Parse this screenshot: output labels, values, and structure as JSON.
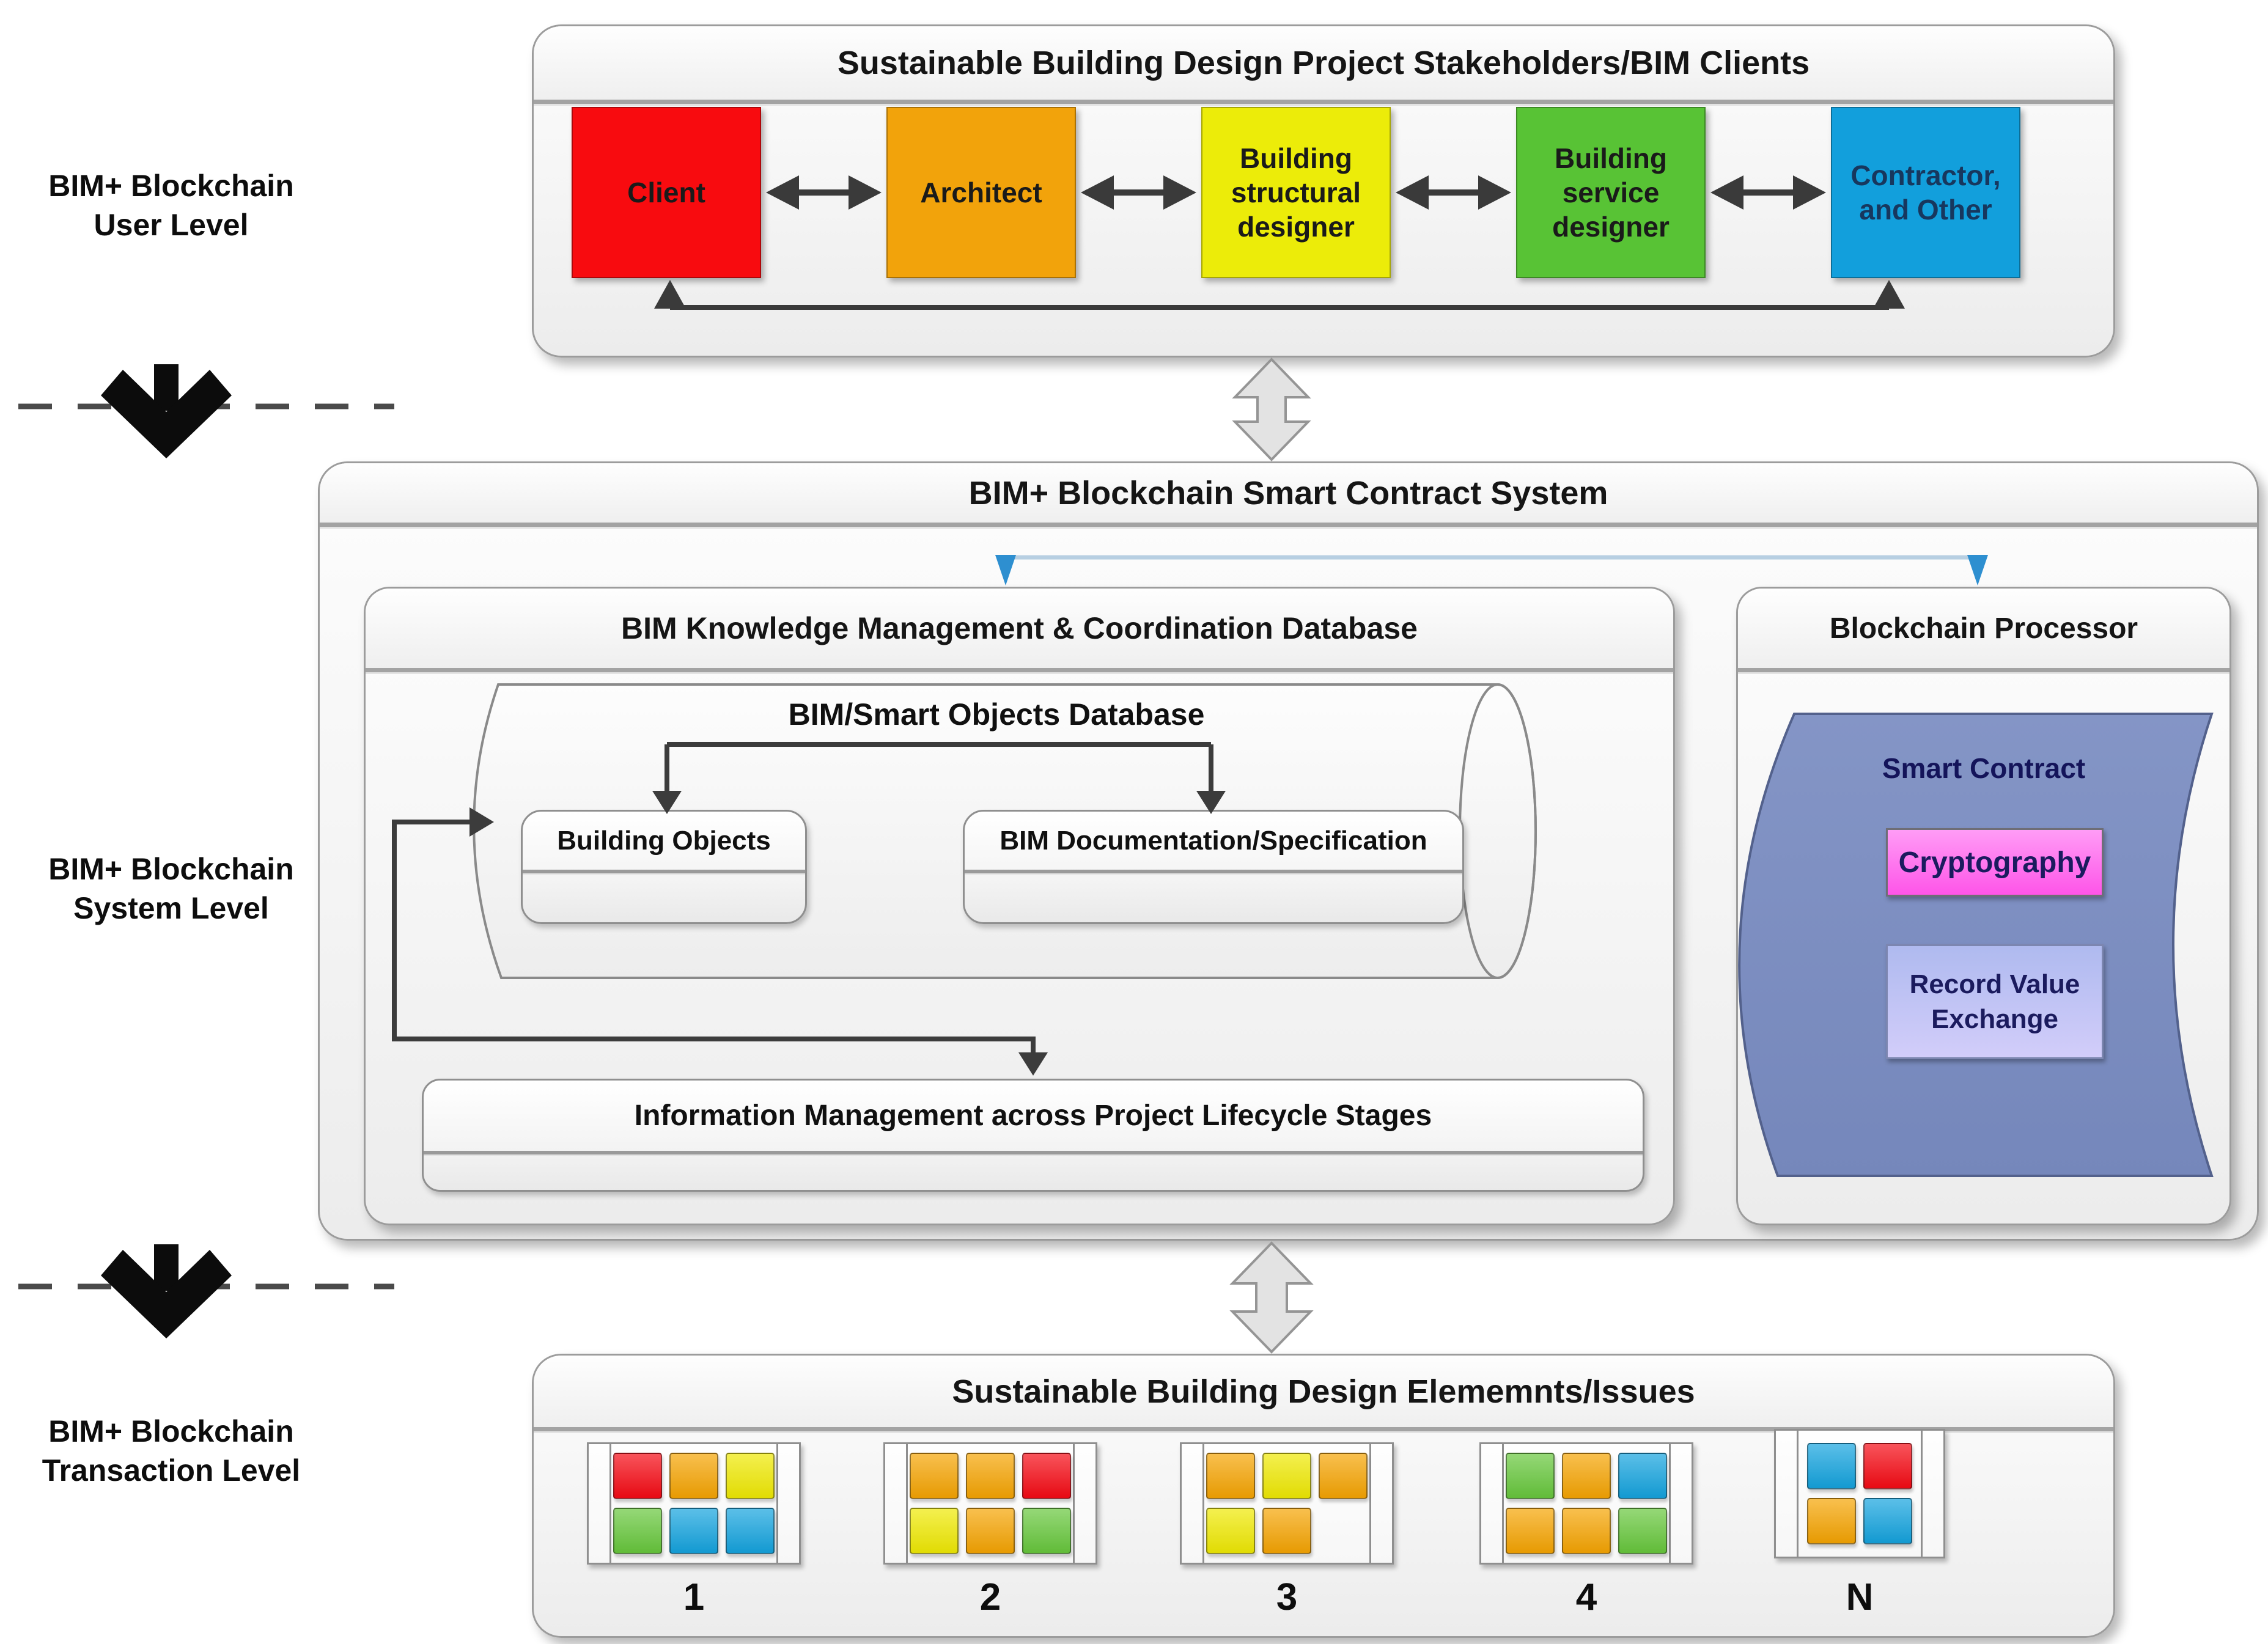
{
  "left_labels": {
    "user": {
      "line1": "BIM+ Blockchain",
      "line2": "User Level"
    },
    "system": {
      "line1": "BIM+ Blockchain",
      "line2": "System Level"
    },
    "transaction": {
      "line1": "BIM+ Blockchain",
      "line2": "Transaction Level"
    }
  },
  "stakeholders_panel": {
    "title": "Sustainable Building Design Project Stakeholders/BIM Clients",
    "boxes": [
      {
        "label": "Client",
        "color": "#F80B0F",
        "text_color": "#1A1A1A"
      },
      {
        "label": "Architect",
        "color": "#F2A30B",
        "text_color": "#1A1A1A"
      },
      {
        "label": "Building structural designer",
        "color": "#ECEC09",
        "text_color": "#1A1A1A"
      },
      {
        "label": "Building service designer",
        "color": "#58C335",
        "text_color": "#1A1A1A"
      },
      {
        "label": "Contractor, and Other",
        "color": "#129FDC",
        "text_color": "#17375E"
      }
    ]
  },
  "system_panel": {
    "title": "BIM+ Blockchain Smart Contract System",
    "km_panel": {
      "title": "BIM Knowledge Management & Coordination Database",
      "cylinder_title": "BIM/Smart Objects Database",
      "building_objects_label": "Building Objects",
      "bim_documentation_label": "BIM Documentation/Specification",
      "info_mgmt_label": "Information Management across Project Lifecycle Stages"
    },
    "processor_panel": {
      "title": "Blockchain Processor",
      "smart_contract_label": "Smart Contract",
      "cryptography_label": "Cryptography",
      "record_value_label": "Record Value Exchange",
      "colors": {
        "banner": "#7B8EC0",
        "cryptography": "#FE55E8",
        "record_value": "#D2CDFA",
        "label_text": "#1B1B5E"
      }
    }
  },
  "elements_panel": {
    "title": "Sustainable Building Design Elememnts/Issues",
    "palette": {
      "red": "#F50A14",
      "orange": "#F5A402",
      "yellow": "#EFE903",
      "green": "#67C73C",
      "blue": "#14A3DE"
    },
    "groups": [
      {
        "label": "1",
        "rows": [
          [
            "red",
            "orange",
            "yellow"
          ],
          [
            "green",
            "blue",
            "blue"
          ]
        ]
      },
      {
        "label": "2",
        "rows": [
          [
            "orange",
            "orange",
            "red"
          ],
          [
            "yellow",
            "orange",
            "green"
          ]
        ]
      },
      {
        "label": "3",
        "rows": [
          [
            "orange",
            "yellow",
            "orange"
          ],
          [
            "yellow",
            "orange",
            null
          ]
        ]
      },
      {
        "label": "4",
        "rows": [
          [
            "green",
            "orange",
            "blue"
          ],
          [
            "orange",
            "orange",
            "green"
          ]
        ]
      },
      {
        "label": "N",
        "rows": [
          [
            "blue",
            "red"
          ],
          [
            "orange",
            "blue"
          ]
        ]
      }
    ]
  }
}
